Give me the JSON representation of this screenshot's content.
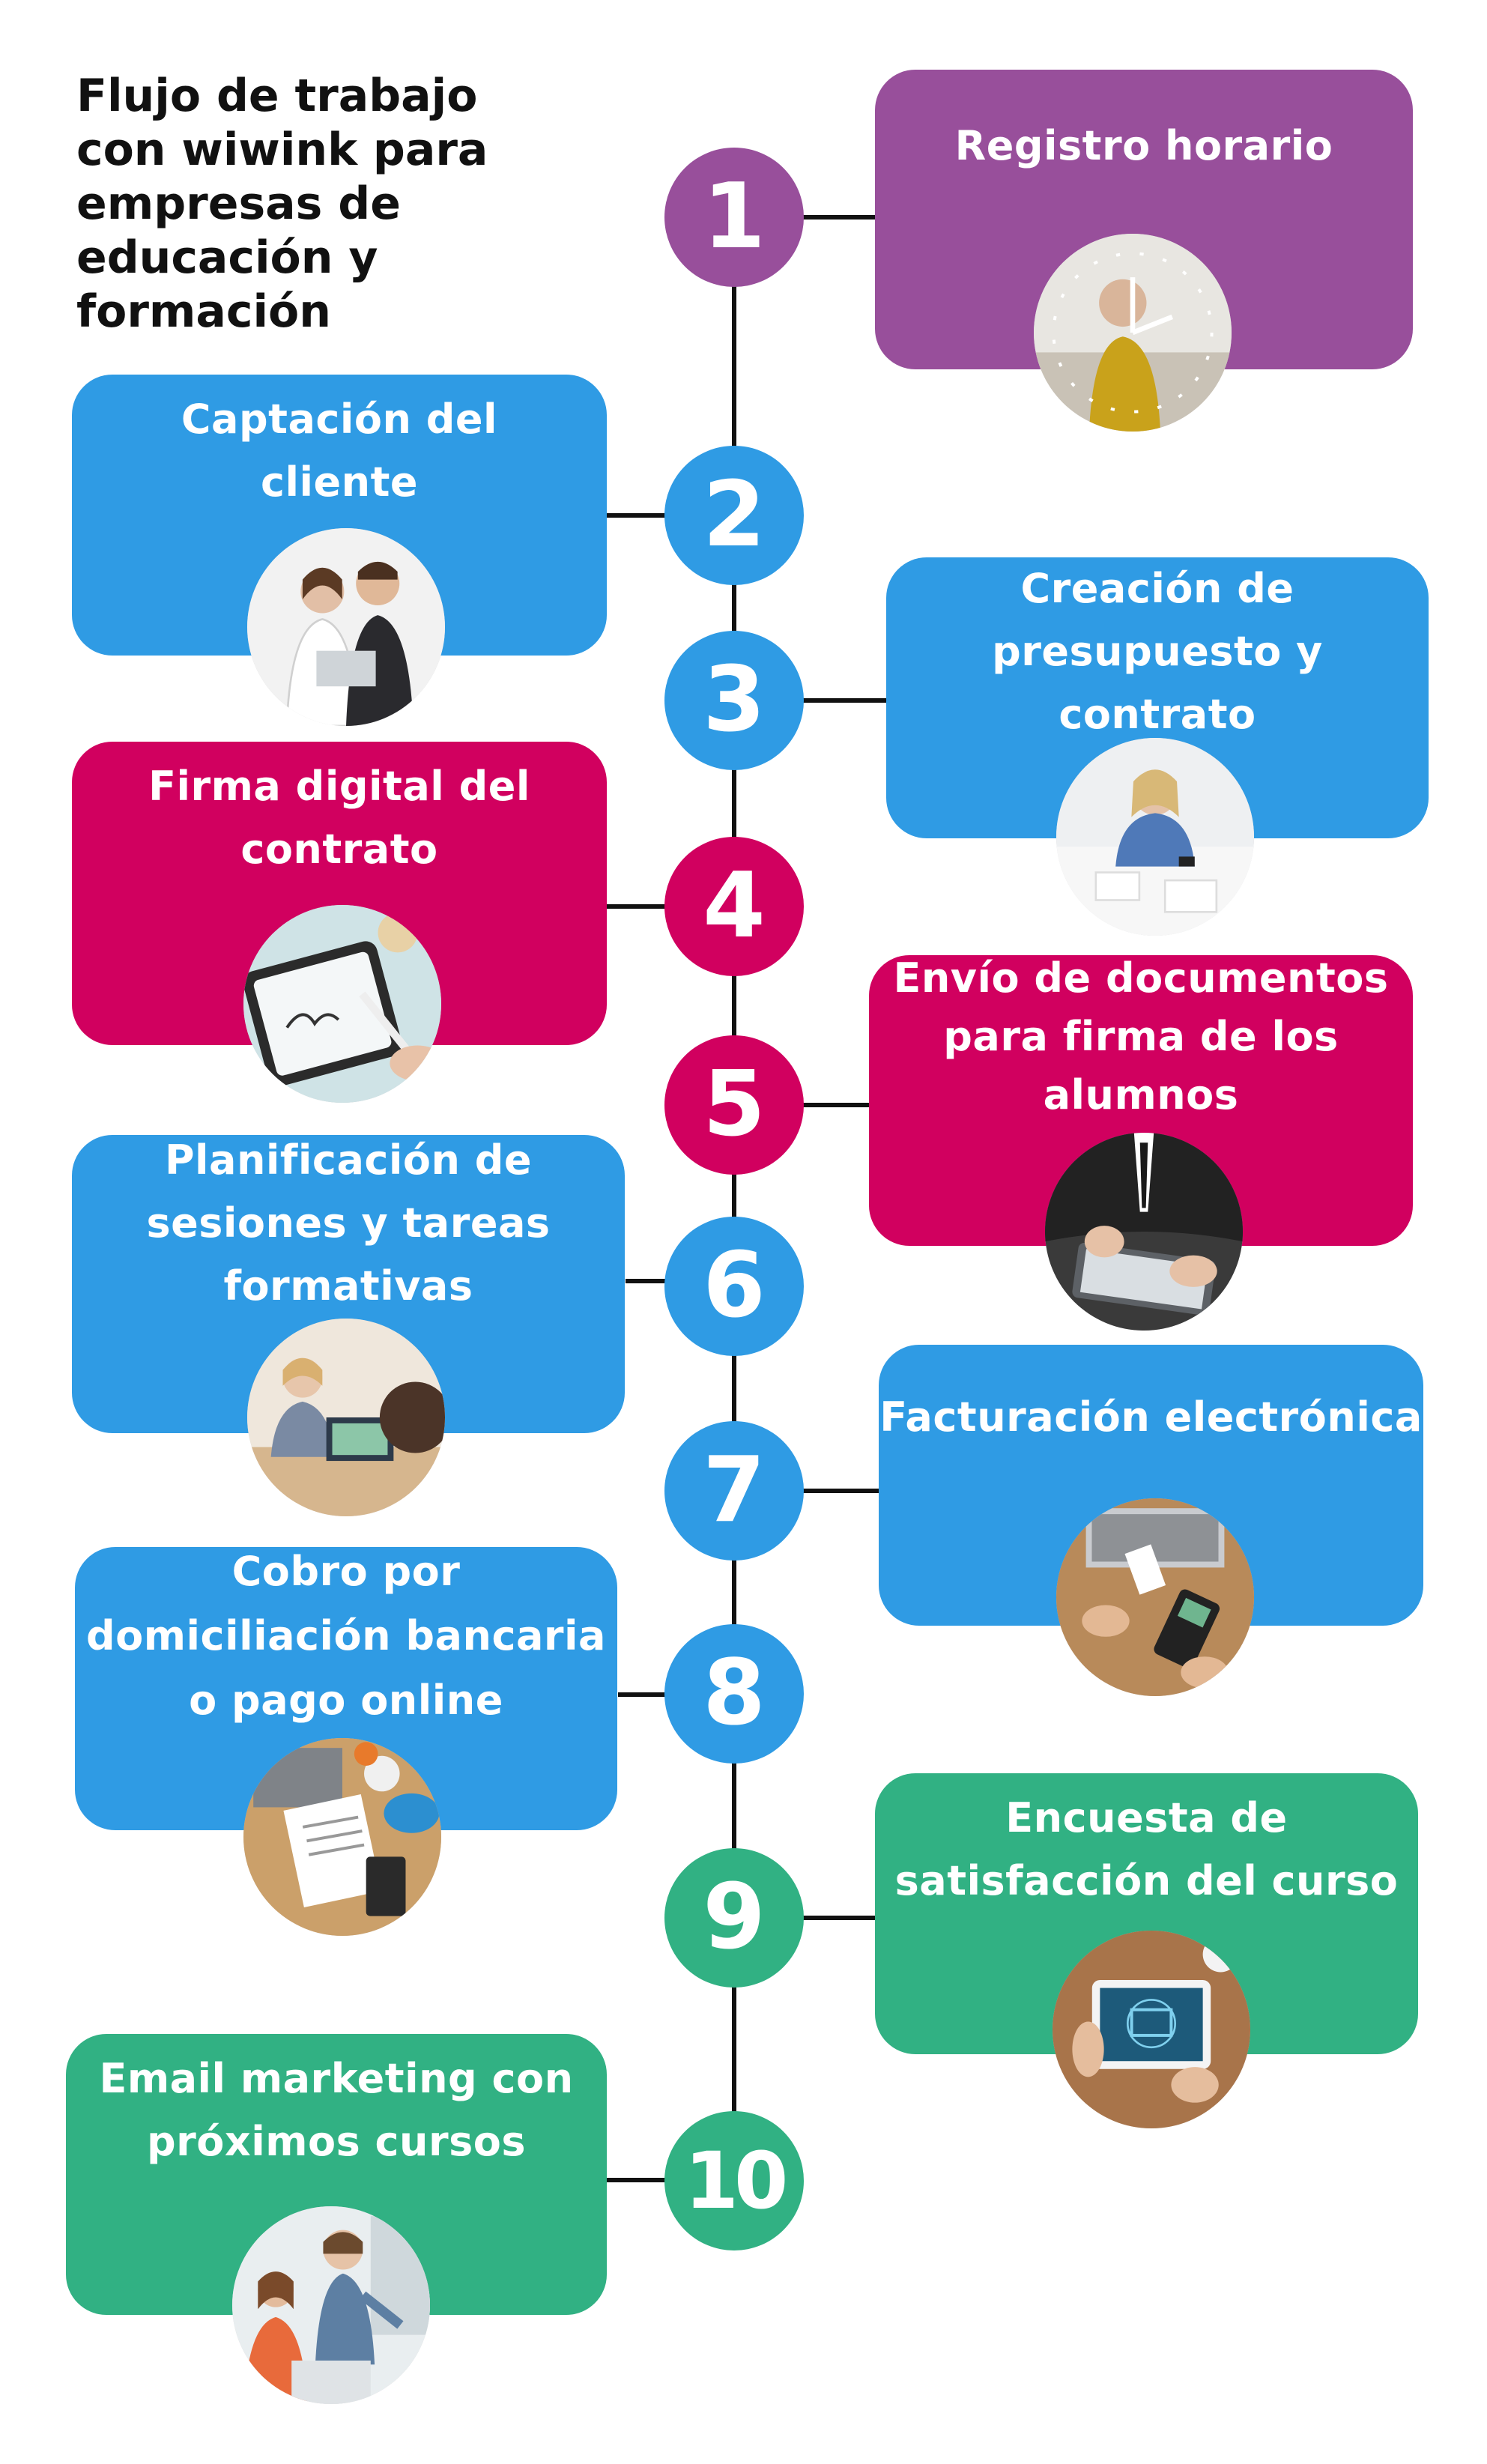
{
  "title": "Flujo de trabajo\ncon wiwink para\nempresas de\neducación y\nformación",
  "colors": {
    "purple": "#984f9b",
    "blue": "#2f9be4",
    "magenta": "#d1005f",
    "green": "#31b183",
    "line": "#111111"
  },
  "steps": [
    {
      "number": "1",
      "label": "Registro horario",
      "color": "purple",
      "photo": "woman-at-desk-clock-photo"
    },
    {
      "number": "2",
      "label": "Captación del\ncliente",
      "color": "blue",
      "photo": "business-couple-laptop-photo"
    },
    {
      "number": "3",
      "label": "Creación de\npresupuesto y\ncontrato",
      "color": "blue",
      "photo": "woman-reviewing-documents-photo"
    },
    {
      "number": "4",
      "label": "Firma digital del\ncontrato",
      "color": "magenta",
      "photo": "tablet-signature-photo"
    },
    {
      "number": "5",
      "label": "Envío de documentos\npara firma de los\nalumnos",
      "color": "magenta",
      "photo": "businessman-signing-tablet-photo"
    },
    {
      "number": "6",
      "label": "Planificación de\nsesiones y tareas\nformativas",
      "color": "blue",
      "photo": "tutor-with-laptop-photo"
    },
    {
      "number": "7",
      "label": "Facturación electrónica",
      "color": "blue",
      "photo": "card-payment-terminal-photo"
    },
    {
      "number": "8",
      "label": "Cobro por\ndomiciliación bancaria\no pago online",
      "color": "blue",
      "photo": "invoice-calculator-photo"
    },
    {
      "number": "9",
      "label": "Encuesta de\nsatisfacción del curso",
      "color": "green",
      "photo": "tablet-survey-photo"
    },
    {
      "number": "10",
      "label": "Email marketing con\npróximos cursos",
      "color": "green",
      "photo": "teacher-presenting-photo"
    }
  ]
}
